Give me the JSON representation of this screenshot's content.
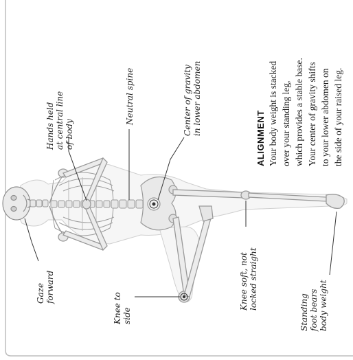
{
  "labels": {
    "hands": "Hands held\nat central line\nof body",
    "spine": "Neutral spine",
    "center_gravity": "Center of gravity\nin lower abdomen",
    "gaze": "Gaze\nforward",
    "knee_side": "Knee to\nside",
    "knee_soft": "Knee soft, not\nlocked straight",
    "standing_foot": "Standing\nfoot bears\nbody weight"
  },
  "alignment": {
    "title": "ALIGNMENT",
    "text": "Your body weight is stacked\nover your standing leg,\nwhich provides a stable base.\nYour center of gravity shifts\nto your lower abdomen on\nthe side of your raised leg."
  },
  "colors": {
    "bone_fill": "#ececec",
    "bone_stroke": "#9a9a9a",
    "body_outline": "#c8c8c8",
    "leader": "#333333",
    "frame": "#bdbdbd"
  }
}
